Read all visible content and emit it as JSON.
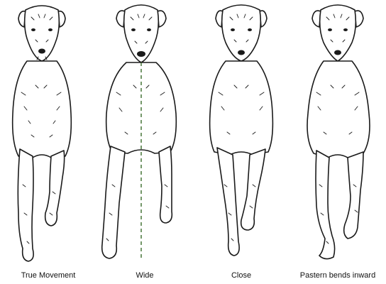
{
  "figure": {
    "panels": [
      {
        "caption": "True Movement"
      },
      {
        "caption": "Wide"
      },
      {
        "caption": "Close"
      },
      {
        "caption": "Pastern bends inward"
      }
    ]
  },
  "colors": {
    "ink": "#1a1a1a",
    "guide_line": "#3a6b2a",
    "background": "#ffffff"
  }
}
